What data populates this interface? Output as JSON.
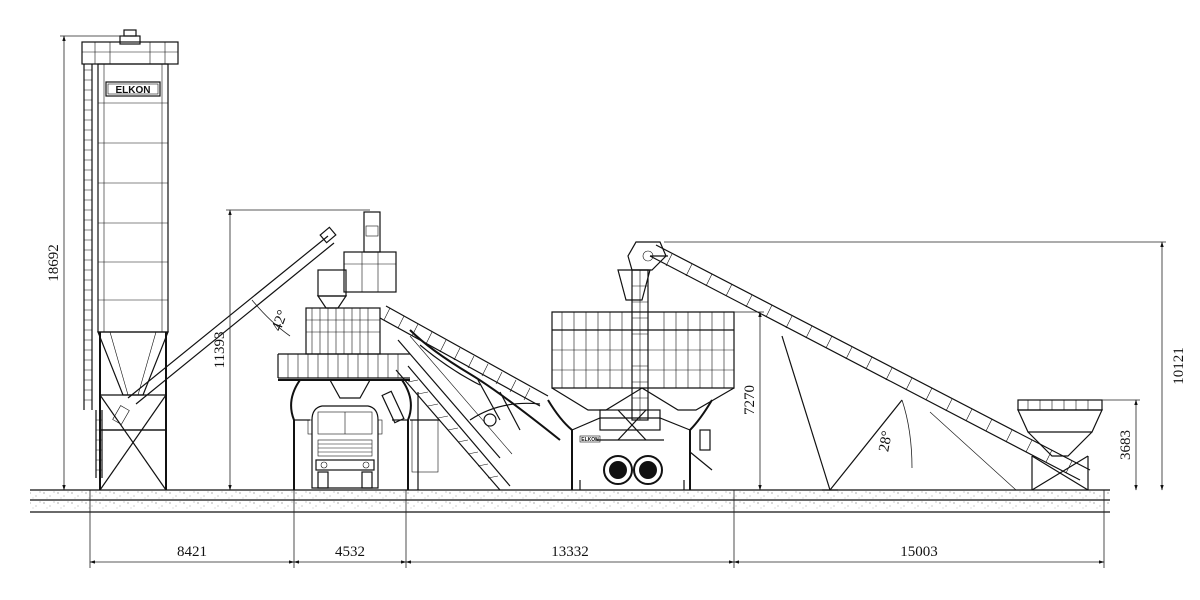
{
  "brand": {
    "logo_text": "ELKON",
    "small_logo_text": "ELKON"
  },
  "dimensions": {
    "silo_height": "18692",
    "plant_height": "11393",
    "conveyor_height": "10121",
    "bin_height": "7270",
    "feeder_height": "3683",
    "base_segments": [
      "8421",
      "4532",
      "13332",
      "15003"
    ]
  },
  "angles": {
    "screw_angle": "42°",
    "conveyor_angle": "28°"
  }
}
